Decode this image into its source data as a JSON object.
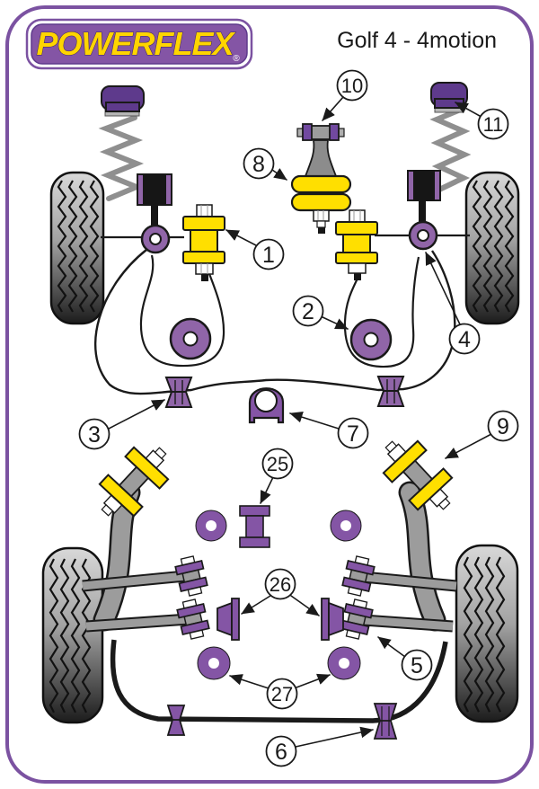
{
  "header": {
    "brand": "POWERFLEX",
    "registered_mark": "®",
    "title": "Golf 4 - 4motion"
  },
  "colors": {
    "frame_purple": "#7B52A1",
    "bushing_purple": "#9065A8",
    "dark_purple": "#5E3A8C",
    "polyurethane_yellow": "#FFDF00",
    "arm_gray": "#9C9C9C"
  },
  "callouts": [
    {
      "label": "1"
    },
    {
      "label": "2"
    },
    {
      "label": "3"
    },
    {
      "label": "4"
    },
    {
      "label": "5"
    },
    {
      "label": "6"
    },
    {
      "label": "7"
    },
    {
      "label": "8"
    },
    {
      "label": "9"
    },
    {
      "label": "10"
    },
    {
      "label": "11"
    },
    {
      "label": "25"
    },
    {
      "label": "26"
    },
    {
      "label": "27"
    }
  ]
}
